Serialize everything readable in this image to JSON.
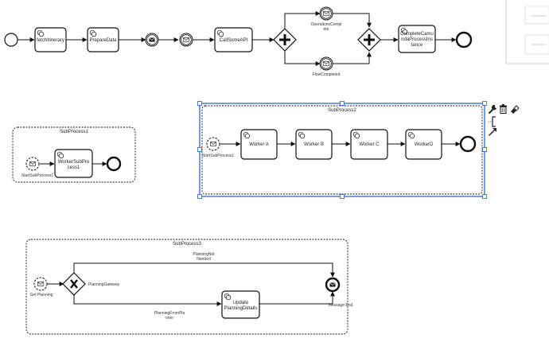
{
  "main_flow": {
    "tasks": {
      "fetch_itinerary": "fetchItinerary",
      "prepare_data": "PrepareData",
      "call_some_api": "CallSomeAPI",
      "complete_camunda": [
        "CompleteCamu",
        "ndaProcessIns",
        "tance"
      ]
    },
    "events": {
      "operations_complete": [
        "OperationsCompl",
        "ete"
      ],
      "flow_completed": "FlowCompleted"
    }
  },
  "subprocess1": {
    "title": "SubProcess1",
    "start_label": "StartSubProcess1",
    "task": [
      "WorkerSubPro",
      "cess1"
    ]
  },
  "subprocess2": {
    "title": "SubProcess2",
    "start_label": "StartSubProcess1",
    "workers": [
      "Worker A",
      "Worker B",
      "Worker C",
      "WorkerD"
    ]
  },
  "subprocess3": {
    "title": "SubProcess3",
    "start_label": "Get Planning",
    "gateway_label": "PlanningGateway",
    "flow_not_needed": [
      "PlanningNot",
      "Needed"
    ],
    "flow_from_planner": [
      "PlanningFromPla",
      "nner"
    ],
    "task": [
      "Update",
      "PlanningDetails"
    ],
    "end_label": "Message End"
  },
  "context_pad": {
    "icons": [
      "wrench-icon",
      "trash-icon",
      "color-icon",
      "annotation-icon",
      "connect-arrow-icon"
    ]
  },
  "colors": {
    "stroke": "#111111",
    "selection": "#1c5fbf",
    "panel_border": "#cfcfcf"
  }
}
